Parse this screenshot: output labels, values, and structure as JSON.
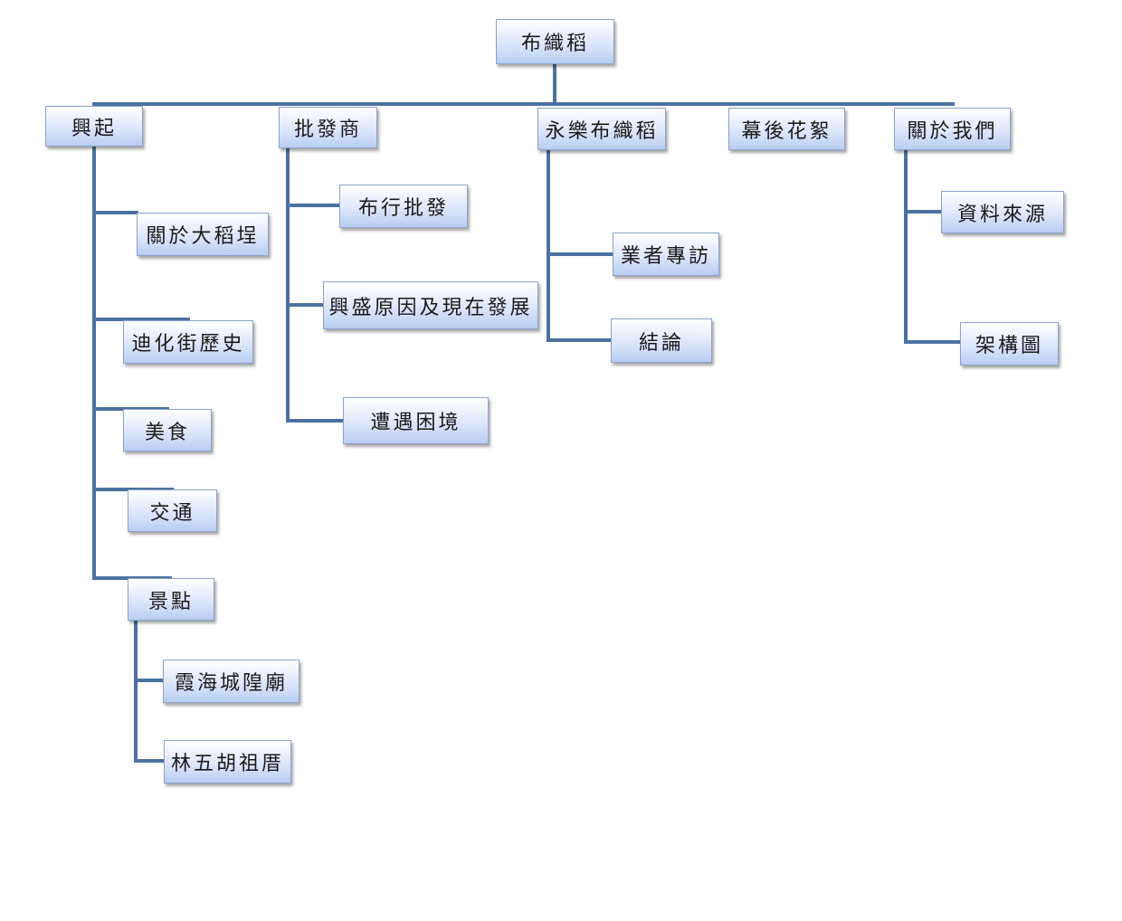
{
  "root": {
    "label": "布織稻"
  },
  "branches": {
    "rise": {
      "label": "興起",
      "children": {
        "about_dadaocheng": "關於大稻埕",
        "dihua_history": "迪化街歷史",
        "food": "美食",
        "transport": "交通",
        "attractions": {
          "label": "景點",
          "children": {
            "xiahai_temple": "霞海城隍廟",
            "lin_wuhu_temple": "林五胡祖厝"
          }
        }
      }
    },
    "wholesalers": {
      "label": "批發商",
      "children": {
        "cloth_wholesale": "布行批發",
        "prosperity": "興盛原因及現在發展",
        "difficulties": "遭遇困境"
      }
    },
    "yongle": {
      "label": "永樂布織稻",
      "children": {
        "interviews": "業者專訪",
        "conclusion": "結論"
      }
    },
    "behind_scenes": {
      "label": "幕後花絮"
    },
    "about_us": {
      "label": "關於我們",
      "children": {
        "sources": "資料來源",
        "sitemap": "架構圖"
      }
    }
  },
  "colors": {
    "connector": "#4d71a1",
    "box_top": "#ffffff",
    "box_bottom": "#b9cdf2",
    "box_border": "#8aa3c9"
  }
}
